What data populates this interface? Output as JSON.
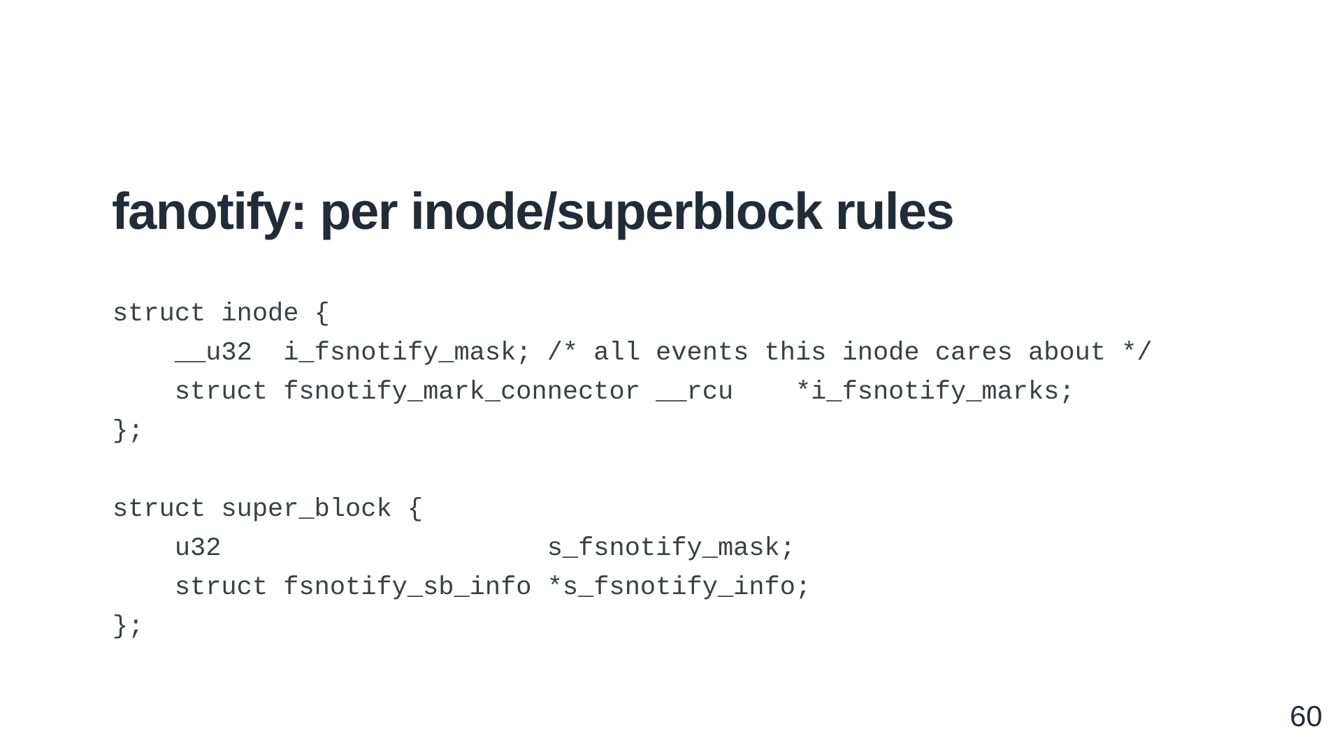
{
  "slide": {
    "title": "fanotify: per inode/superblock rules",
    "page_number": "60",
    "code_blocks": [
      {
        "name": "struct-inode-snippet",
        "lines": [
          "struct inode {",
          "    __u32  i_fsnotify_mask; /* all events this inode cares about */",
          "    struct fsnotify_mark_connector __rcu    *i_fsnotify_marks;",
          "};"
        ]
      },
      {
        "name": "struct-super-block-snippet",
        "lines": [
          "struct super_block {",
          "    u32                     s_fsnotify_mask;",
          "    struct fsnotify_sb_info *s_fsnotify_info;",
          "};"
        ]
      }
    ],
    "colors": {
      "background": "#ffffff",
      "title_text": "#222c37",
      "code_text": "#3a3f44",
      "page_number_text": "#222c37"
    }
  }
}
